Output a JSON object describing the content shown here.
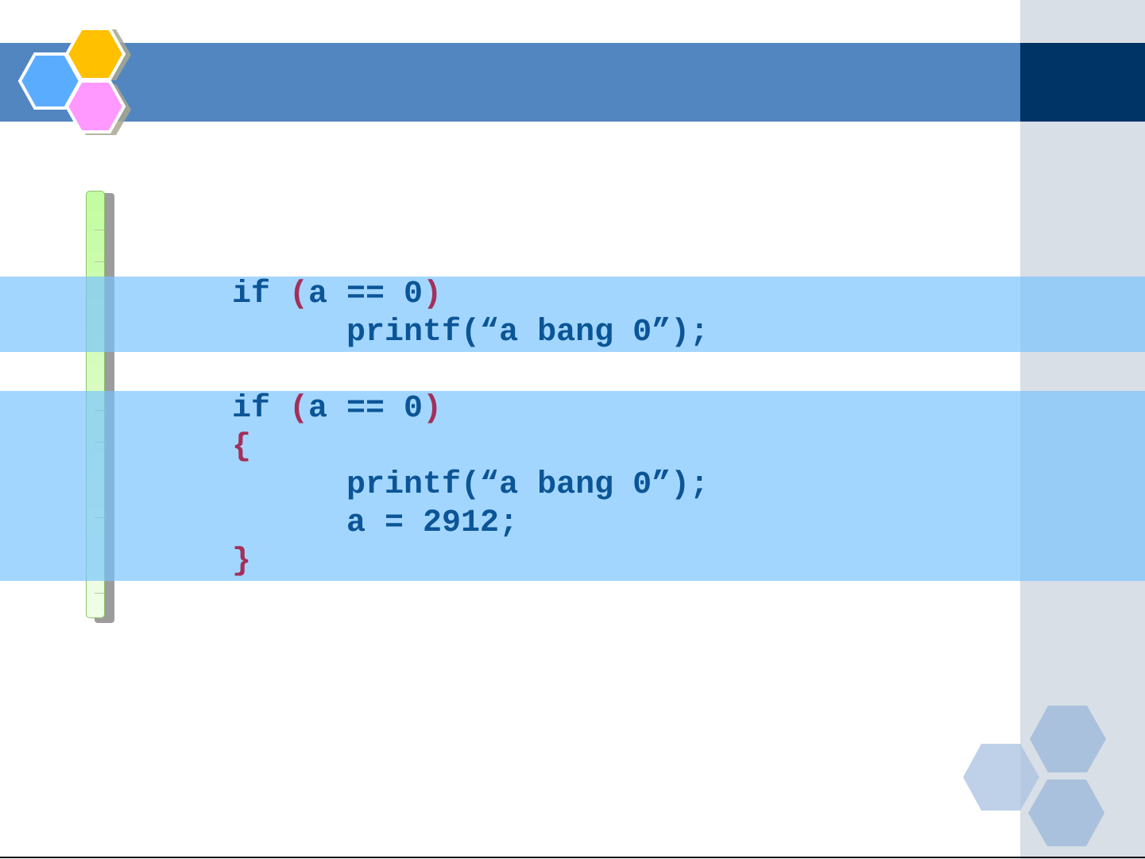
{
  "colors": {
    "title_bar": "#5186c1",
    "title_dark": "#003366",
    "code_text": "#0b5597",
    "paren": "#a3305a",
    "highlight": "#a2d8ff"
  },
  "code_blocks": [
    {
      "lines": [
        {
          "indent": "",
          "tokens": [
            {
              "t": "if ",
              "k": "kw"
            },
            {
              "t": "(",
              "k": "paren"
            },
            {
              "t": "a == 0",
              "k": "kw"
            },
            {
              "t": ")",
              "k": "paren"
            }
          ]
        },
        {
          "indent": "      ",
          "tokens": [
            {
              "t": "printf(“a bang 0”);",
              "k": "kw"
            }
          ]
        }
      ]
    },
    {
      "lines": [
        {
          "indent": "",
          "tokens": [
            {
              "t": "if ",
              "k": "kw"
            },
            {
              "t": "(",
              "k": "paren"
            },
            {
              "t": "a == 0",
              "k": "kw"
            },
            {
              "t": ")",
              "k": "paren"
            }
          ]
        },
        {
          "indent": "",
          "tokens": [
            {
              "t": "{",
              "k": "paren"
            }
          ]
        },
        {
          "indent": "      ",
          "tokens": [
            {
              "t": "printf(“a bang 0”);",
              "k": "kw"
            }
          ]
        },
        {
          "indent": "      ",
          "tokens": [
            {
              "t": "a = 2912;",
              "k": "kw"
            }
          ]
        },
        {
          "indent": "",
          "tokens": [
            {
              "t": "}",
              "k": "paren"
            }
          ]
        }
      ]
    }
  ]
}
